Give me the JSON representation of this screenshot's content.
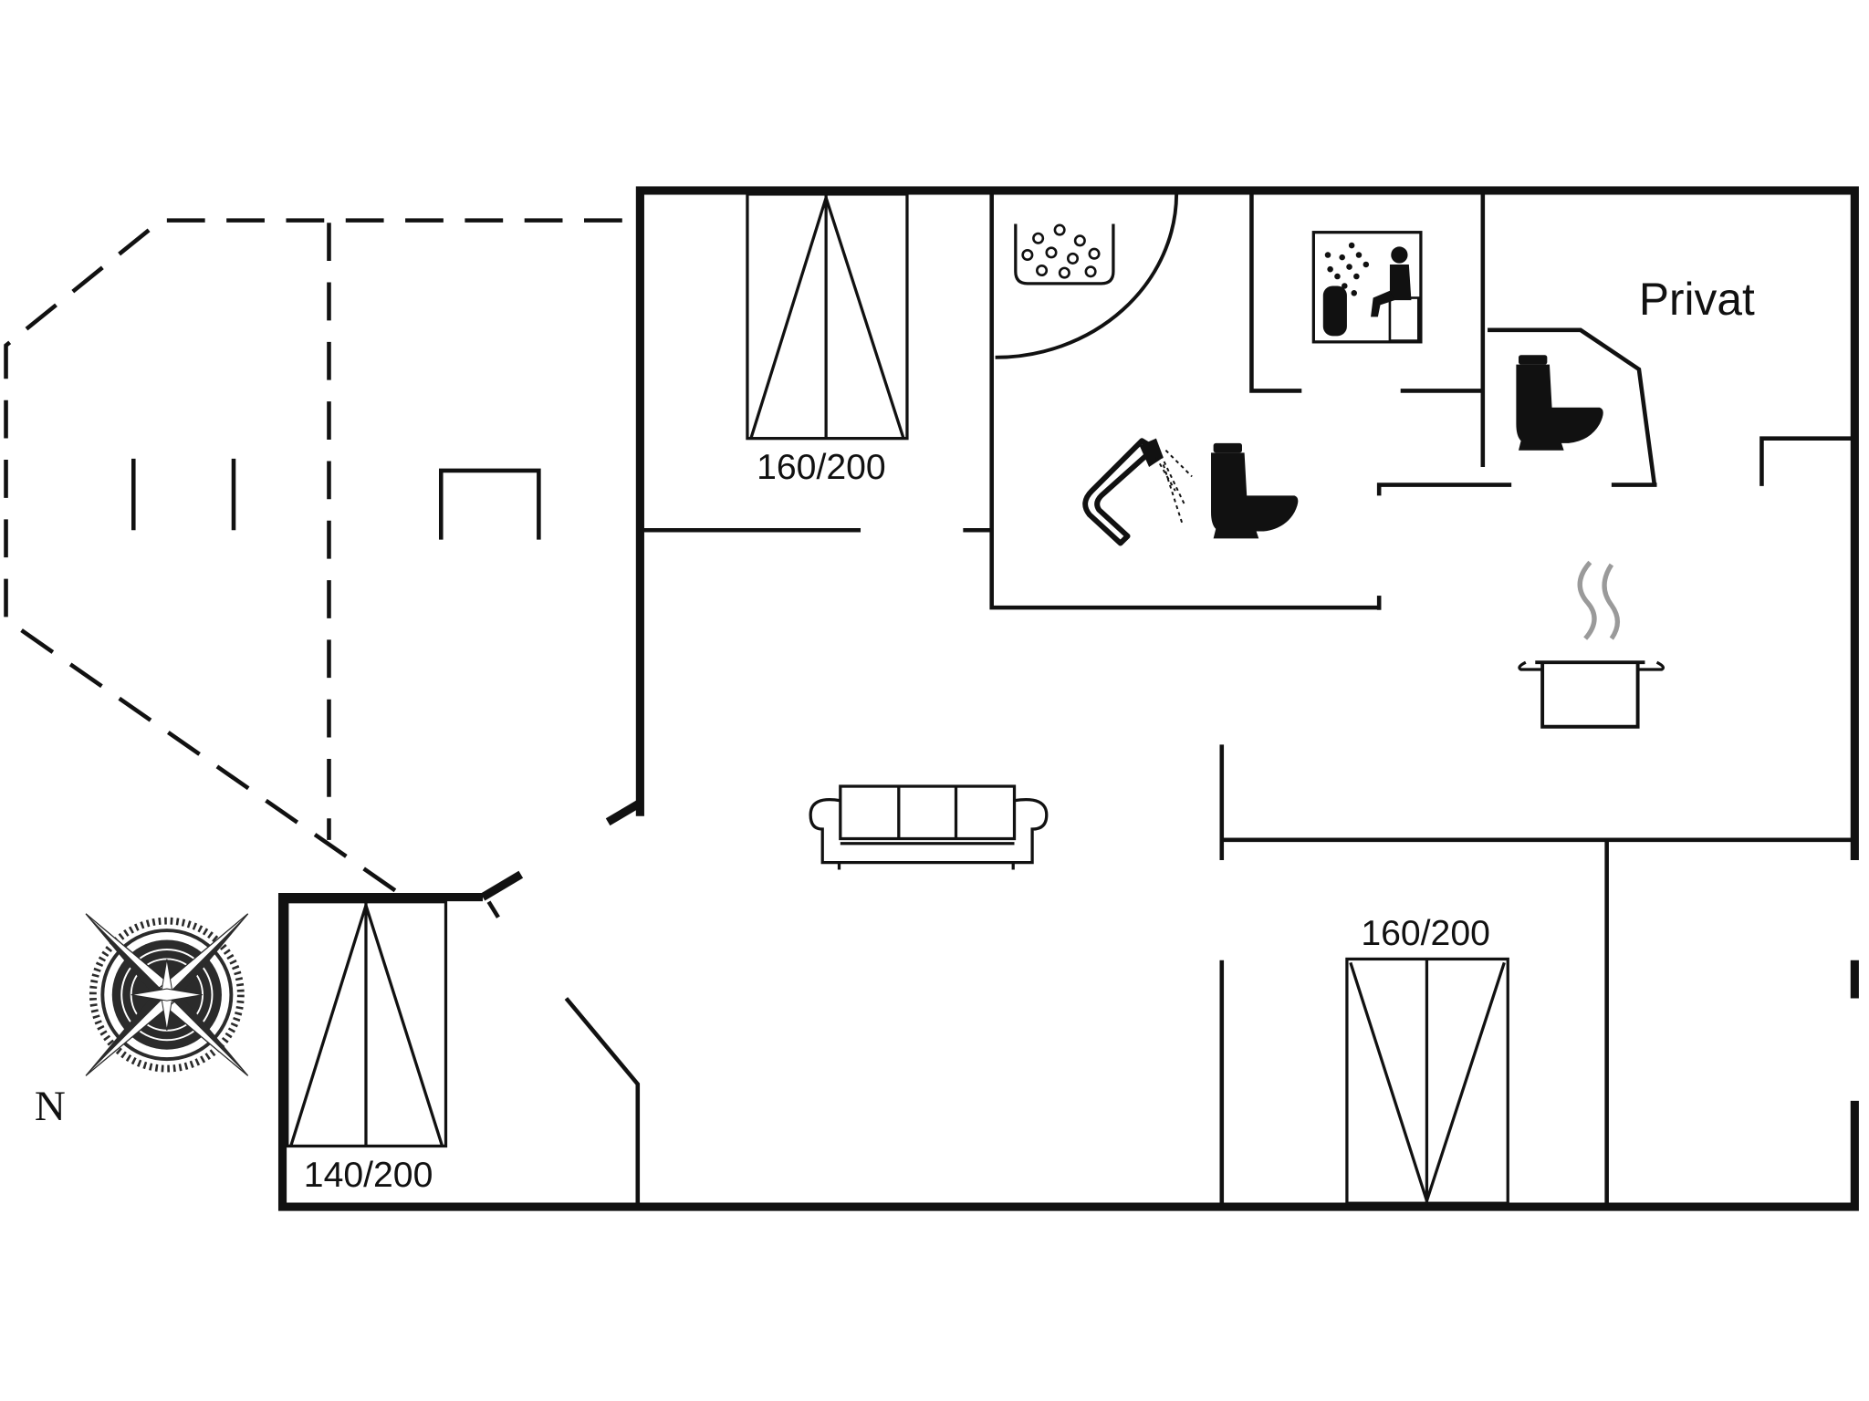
{
  "labels": {
    "bed_top": "160/200",
    "bed_left": "140/200",
    "bed_right": "160/200",
    "privat": "Privat",
    "north": "N"
  },
  "colors": {
    "line": "#111111",
    "background": "#ffffff",
    "steam": "#9a9a9a",
    "rose_dark": "#2b2b2b"
  },
  "icons": [
    "whirlpool-icon",
    "sauna-icon",
    "shower-icon",
    "toilet-icon",
    "toilet-icon",
    "cooking-pot-icon",
    "sofa-icon",
    "compass-rose-icon"
  ]
}
